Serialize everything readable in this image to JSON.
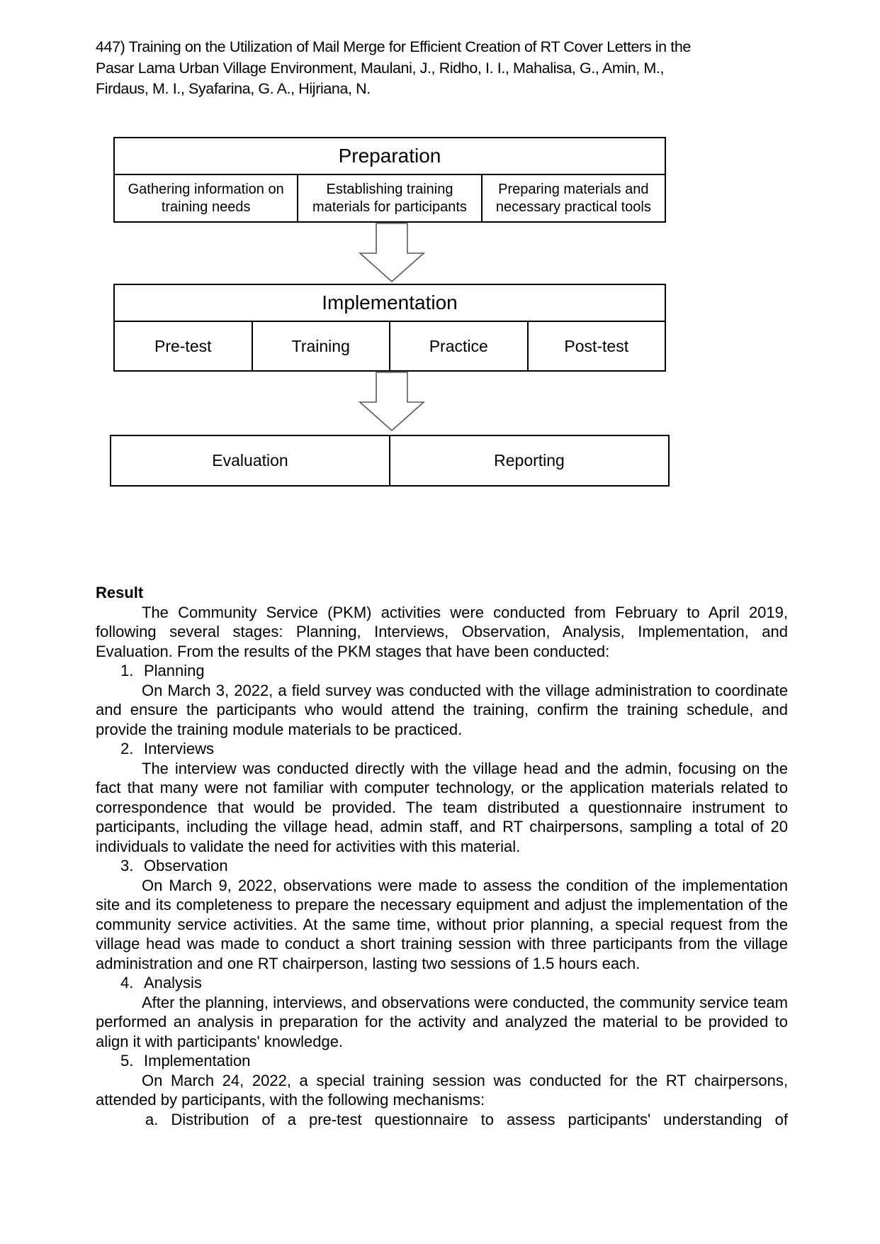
{
  "header": {
    "lines": [
      "447) Training on the Utilization of Mail Merge for Efficient Creation of RT Cover Letters in the",
      "Pasar Lama Urban Village Environment, Maulani, J., Ridho, I. I., Mahalisa, G., Amin, M.,",
      "Firdaus, M. I., Syafarina, G. A., Hijriana, N."
    ]
  },
  "flowchart": {
    "preparation": {
      "title": "Preparation",
      "cells": [
        "Gathering information on training needs",
        "Establishing training materials for participants",
        "Preparing materials and necessary practical tools"
      ]
    },
    "implementation": {
      "title": "Implementation",
      "cells": [
        "Pre-test",
        "Training",
        "Practice",
        "Post-test"
      ]
    },
    "closing": {
      "cells": [
        "Evaluation",
        "Reporting"
      ]
    }
  },
  "result": {
    "heading": "Result",
    "intro": "The Community Service (PKM) activities were conducted from February to April 2019, following several stages: Planning, Interviews, Observation, Analysis, Implementation, and Evaluation. From the results of the PKM stages that have been conducted:",
    "items": [
      {
        "number": "1.",
        "label": "Planning",
        "body": "On March 3, 2022, a field survey was conducted with the village administration to coordinate and ensure the participants who would attend the training, confirm the training schedule, and provide the training module materials to be practiced."
      },
      {
        "number": "2.",
        "label": "Interviews",
        "body": "The interview was conducted directly with the village head and the admin, focusing on the fact that many were not familiar with computer technology, or the application materials related to correspondence that would be provided. The team distributed a questionnaire instrument to participants, including the village head, admin staff, and RT chairpersons, sampling a total of 20 individuals to validate the need for activities with this material."
      },
      {
        "number": "3.",
        "label": "Observation",
        "body": "On March 9, 2022, observations were made to assess the condition of the implementation site and its completeness to prepare the necessary equipment and adjust the implementation of the community service activities. At the same time, without prior planning, a special request from the village head was made to conduct a short training session with three participants from the village administration and one RT chairperson, lasting two sessions of 1.5 hours each."
      },
      {
        "number": "4.",
        "label": "Analysis",
        "body": "After the planning, interviews, and observations were conducted, the community service team performed an analysis in preparation for the activity and analyzed the material to be provided to align it with participants' knowledge."
      },
      {
        "number": "5.",
        "label": "Implementation",
        "body": "On March 24, 2022, a special training session was conducted for the RT chairpersons, attended by participants, with the following mechanisms:"
      }
    ],
    "sub_item": {
      "number": "a.",
      "text": "Distribution of a pre-test questionnaire to assess participants' understanding of"
    }
  }
}
